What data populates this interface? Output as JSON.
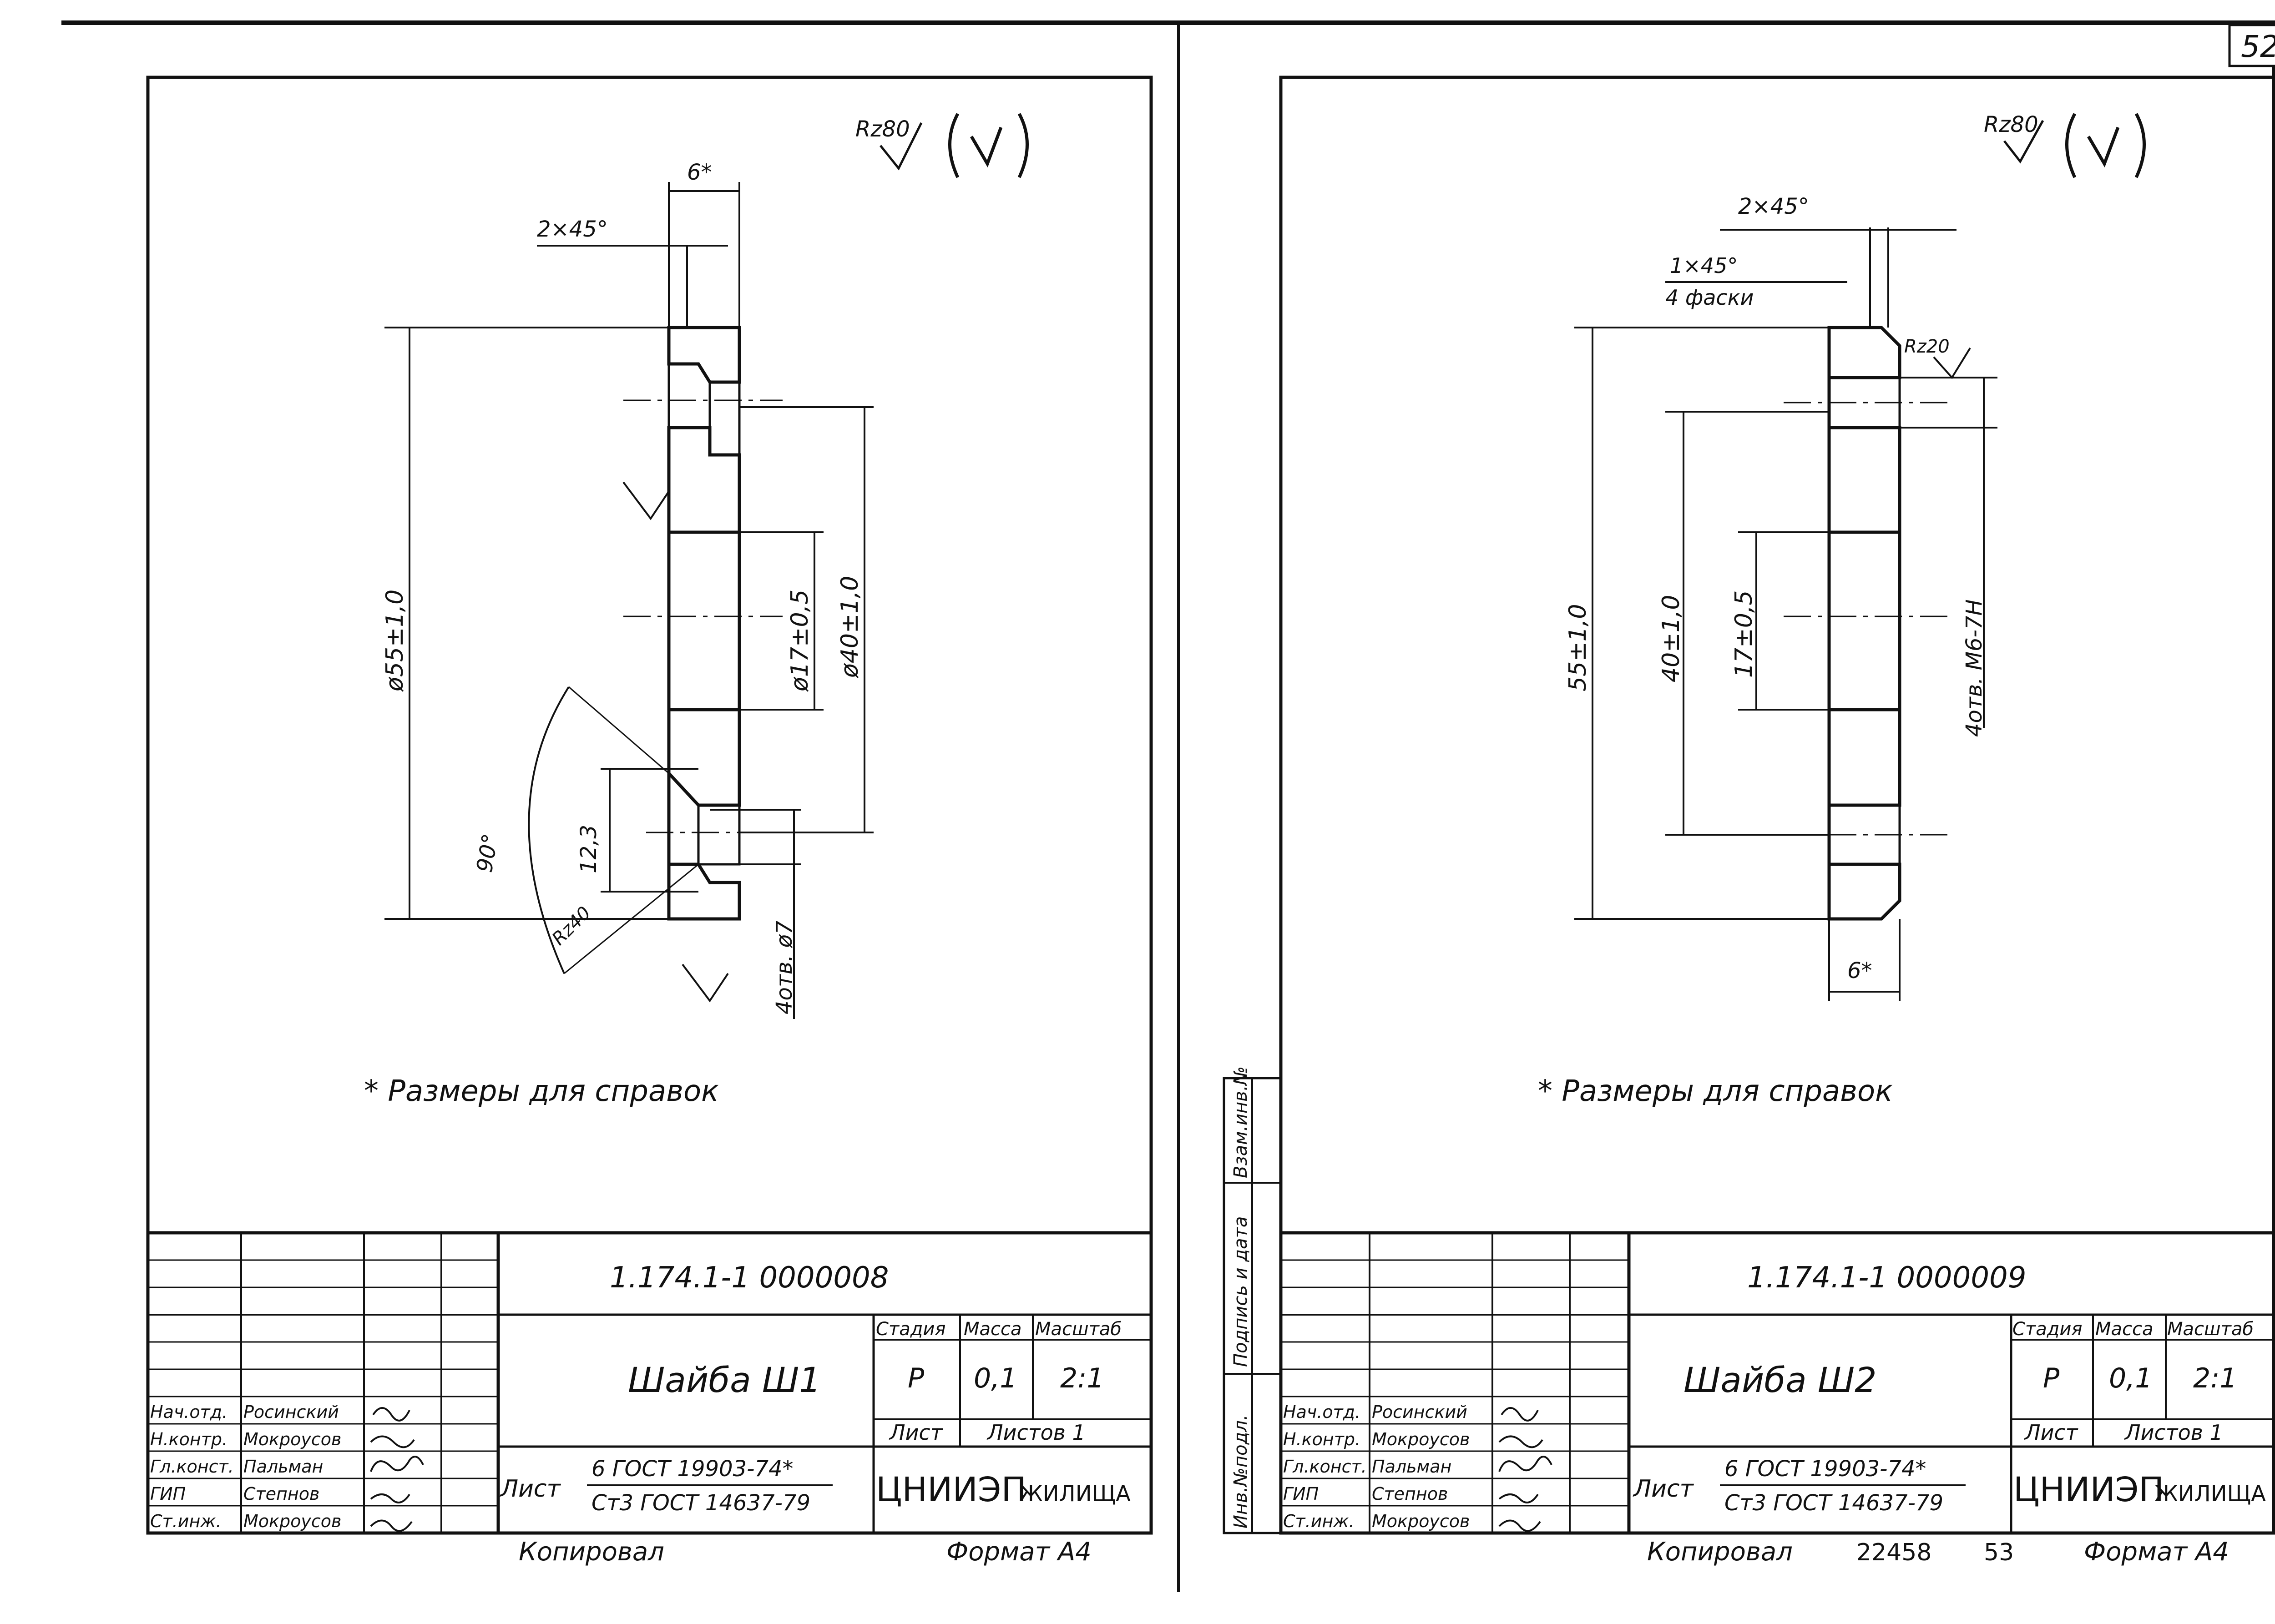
{
  "page": {
    "number": "52"
  },
  "left_sheet": {
    "roughness": "Rz80",
    "dims": {
      "width": "6*",
      "chamfer": "2×45°",
      "outer_diam": "ø55±1,0",
      "bore_diam": "ø17±0,5",
      "bolt_circle": "ø40±1,0",
      "hole_depth": "12,3",
      "angle": "90°",
      "hole_roughness": "Rz40",
      "holes": "4отв. ø7"
    },
    "note": "* Размеры для справок",
    "title_block": {
      "doc_code": "1.174.1-1   0000008",
      "part_name": "Шайба Ш1",
      "col_headers": [
        "Стадия",
        "Масса",
        "Масштаб"
      ],
      "stage": "Р",
      "mass": "0,1",
      "scale": "2:1",
      "sheet_label": "Лист",
      "sheets_label": "Листов 1",
      "material_label": "Лист",
      "material_line1": "6 ГОСТ 19903-74*",
      "material_line2": "Ст3 ГОСТ 14637-79",
      "org_main": "ЦНИИЭП",
      "org_sub": "ЖИЛИЩА",
      "roles": [
        "Нач.отд.",
        "Н.контр.",
        "Гл.конст.",
        "ГИП",
        "Ст.инж."
      ],
      "names": [
        "Росинский",
        "Мокроусов",
        "Пальман",
        "Степнов",
        "Мокроусов"
      ]
    },
    "copied": "Копировал",
    "format": "Формат А4"
  },
  "right_sheet": {
    "roughness": "Rz80",
    "dims": {
      "chamfer": "2×45°",
      "chamfer_small": "1×45°",
      "chamfer_note": "4 фаски",
      "surface_roughness": "Rz20",
      "outer": "55±1,0",
      "bolt_circle": "40±1,0",
      "bore": "17±0,5",
      "thread": "4отв. М6-7Н",
      "width": "6*"
    },
    "note": "* Размеры для справок",
    "side_stamp": [
      "Инв.№подл.",
      "Подпись и дата",
      "Взам.инв.№"
    ],
    "title_block": {
      "doc_code": "1.174.1-1   0000009",
      "part_name": "Шайба Ш2",
      "col_headers": [
        "Стадия",
        "Масса",
        "Масштаб"
      ],
      "stage": "Р",
      "mass": "0,1",
      "scale": "2:1",
      "sheet_label": "Лист",
      "sheets_label": "Листов 1",
      "material_label": "Лист",
      "material_line1": "6 ГОСТ 19903-74*",
      "material_line2": "Ст3 ГОСТ 14637-79",
      "org_main": "ЦНИИЭП",
      "org_sub": "ЖИЛИЩА",
      "roles": [
        "Нач.отд.",
        "Н.контр.",
        "Гл.конст.",
        "ГИП",
        "Ст.инж."
      ],
      "names": [
        "Росинский",
        "Мокроусов",
        "Пальман",
        "Степнов",
        "Мокроусов"
      ]
    },
    "copied": "Копировал",
    "order_no": "22458",
    "page_no": "53",
    "format": "Формат А4"
  }
}
